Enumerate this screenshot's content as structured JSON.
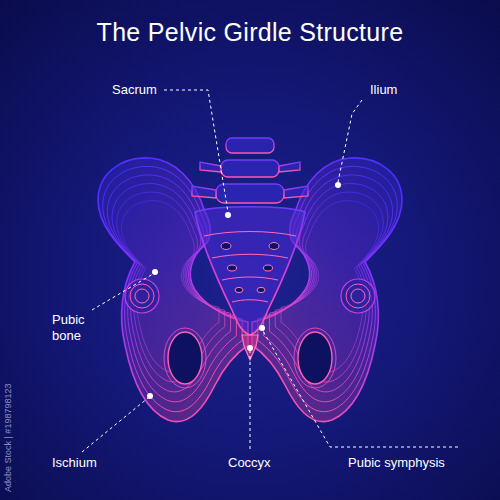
{
  "diagram": {
    "title": "The Pelvic Girdle Structure",
    "labels": [
      "Sacrum",
      "Ilium",
      "Pubic bone",
      "Ischium",
      "Coccyx",
      "Pubic symphysis",
      "Adobe Stock | #198798123"
    ]
  }
}
